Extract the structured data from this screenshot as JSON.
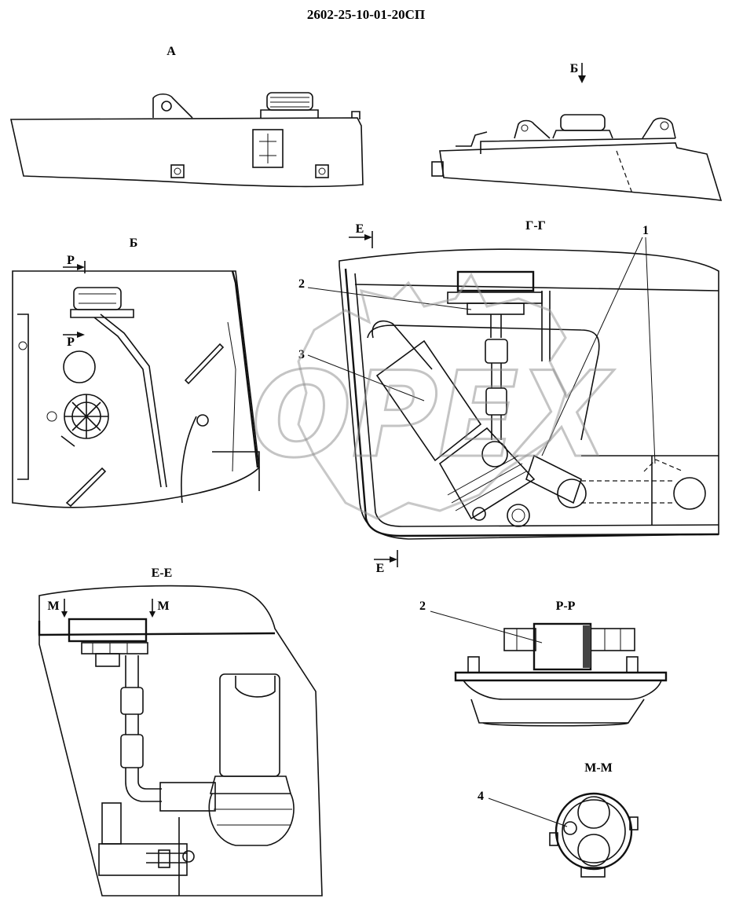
{
  "drawing": {
    "code": "2602-25-10-01-20СП",
    "watermark": "OPEX",
    "views": {
      "a": "А",
      "b_arrow": "Б",
      "b": "Б",
      "gg": "Г-Г",
      "ee": "Е-Е",
      "rr": "Р-Р",
      "mm": "М-М"
    },
    "section_marks": {
      "e_top": "Е",
      "e_bottom": "Е",
      "p_top": "Р",
      "p_bottom": "Р",
      "m_left": "М",
      "m_right": "М"
    },
    "callouts": {
      "c1": "1",
      "c2": "2",
      "c3": "3",
      "c2_rr": "2",
      "c4": "4"
    }
  }
}
